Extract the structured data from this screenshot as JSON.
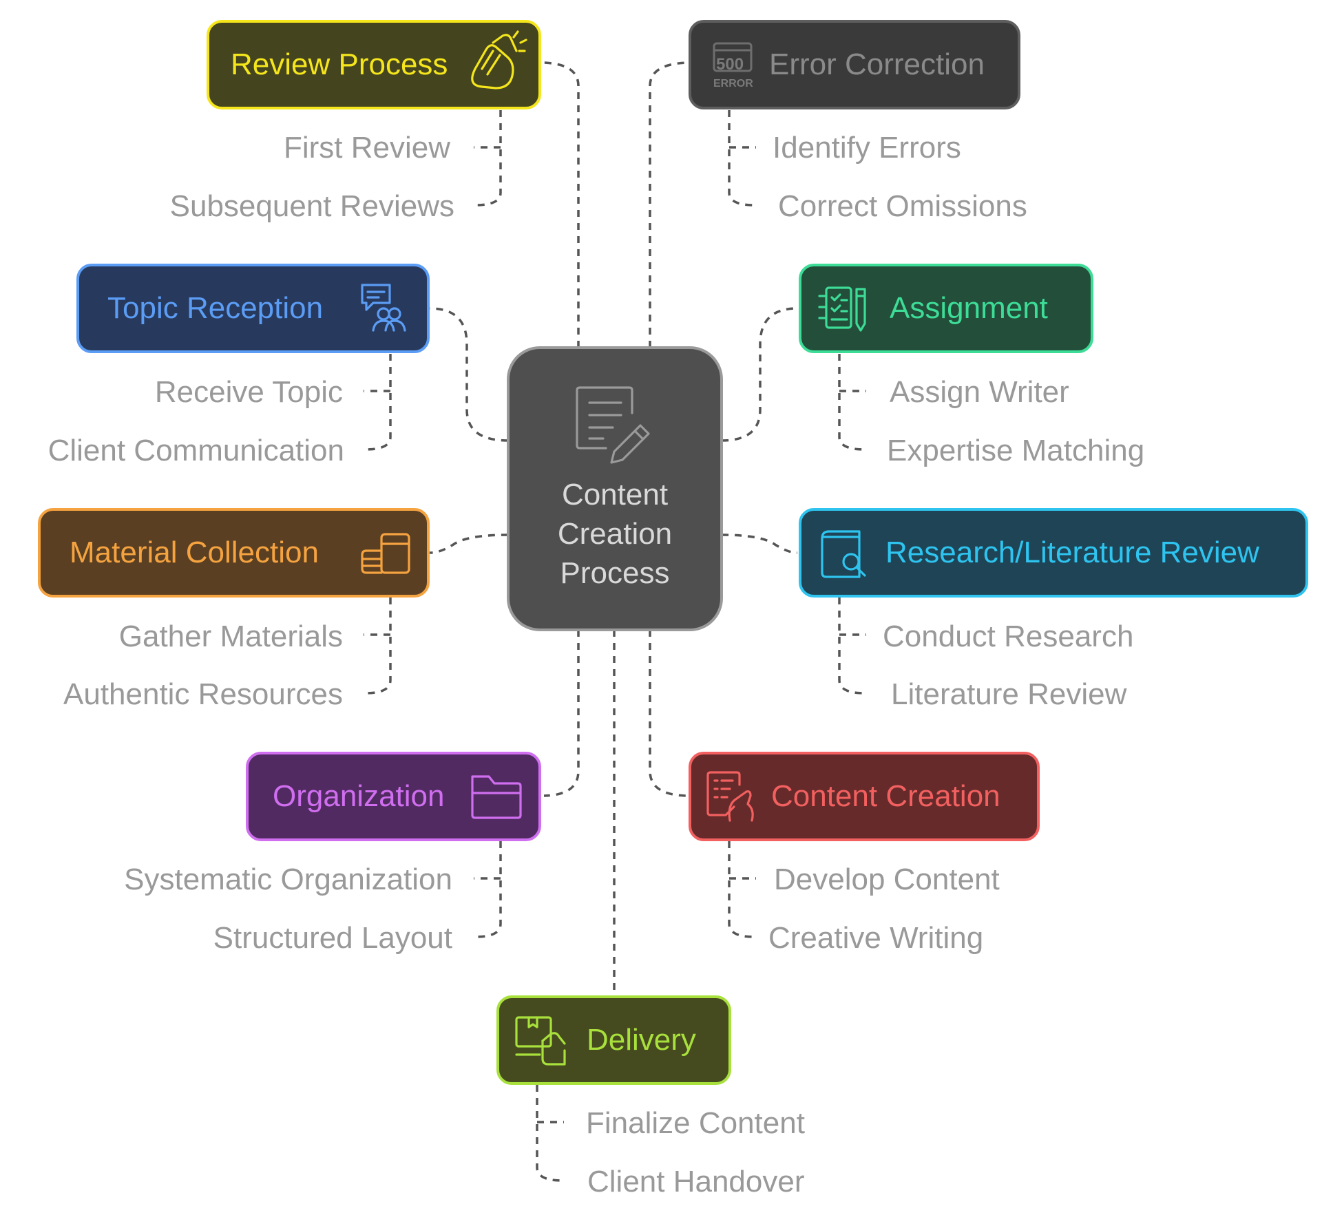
{
  "center": {
    "line1": "Content",
    "line2": "Creation",
    "line3": "Process",
    "icon": "document-edit-icon"
  },
  "nodes": {
    "review": {
      "label": "Review Process",
      "icon": "clapping-hands-icon",
      "color": "#f5e61c",
      "fill": "#44441f",
      "items": [
        "First Review",
        "Subsequent Reviews"
      ]
    },
    "error": {
      "label": "Error Correction",
      "icon": "500-error-icon",
      "color": "#7a7a7a",
      "fill": "#3a3a3a",
      "items": [
        "Identify Errors",
        "Correct Omissions"
      ]
    },
    "topic": {
      "label": "Topic Reception",
      "icon": "topic-chat-users-icon",
      "color": "#5b9cf5",
      "fill": "#273a5e",
      "items": [
        "Receive Topic",
        "Client Communication"
      ]
    },
    "assignment": {
      "label": "Assignment",
      "icon": "clipboard-pen-icon",
      "color": "#3ddc97",
      "fill": "#224e3a",
      "items": [
        "Assign Writer",
        "Expertise Matching"
      ]
    },
    "material": {
      "label": "Material Collection",
      "icon": "coins-stack-icon",
      "color": "#f5a340",
      "fill": "#5a3f22",
      "items": [
        "Gather Materials",
        "Authentic Resources"
      ]
    },
    "research": {
      "label": "Research/Literature Review",
      "icon": "book-search-icon",
      "color": "#2ec4ef",
      "fill": "#1e4456",
      "items": [
        "Conduct Research",
        "Literature Review"
      ]
    },
    "organization": {
      "label": "Organization",
      "icon": "folder-icon",
      "color": "#d06ef0",
      "fill": "#522a62",
      "items": [
        "Systematic Organization",
        "Structured Layout"
      ]
    },
    "creation": {
      "label": "Content Creation",
      "icon": "writing-hand-icon",
      "color": "#f26060",
      "fill": "#672a2a",
      "items": [
        "Develop Content",
        "Creative Writing"
      ]
    },
    "delivery": {
      "label": "Delivery",
      "icon": "package-delivery-icon",
      "color": "#a8e03c",
      "fill": "#464a1f",
      "items": [
        "Finalize Content",
        "Client Handover"
      ]
    }
  }
}
